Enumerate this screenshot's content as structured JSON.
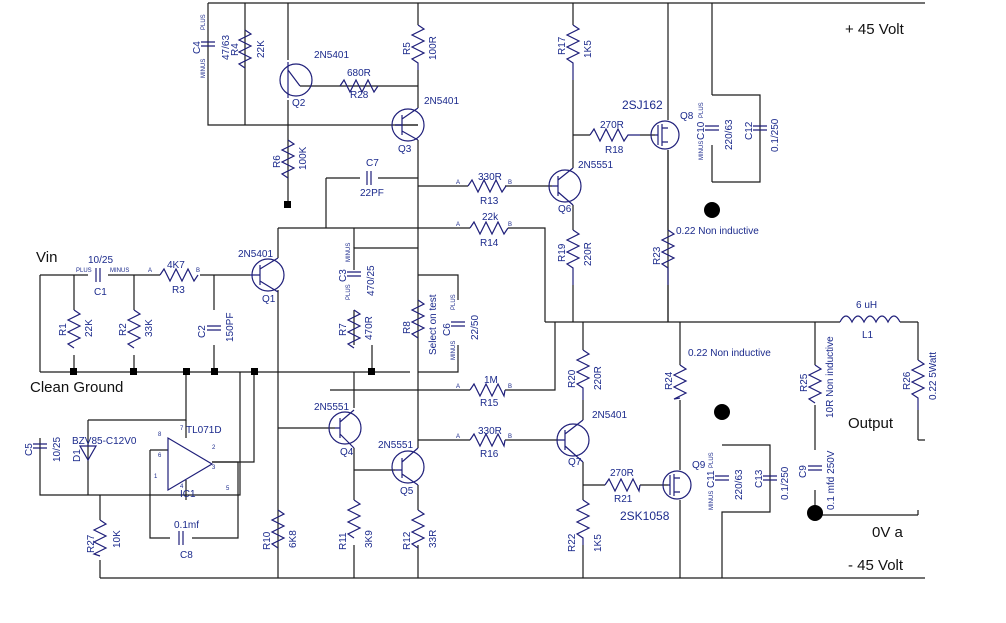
{
  "rails": {
    "positive": "+ 45 Volt",
    "negative": "- 45  Volt",
    "output": "Output",
    "ground": "0V a",
    "vin": "Vin",
    "clean_ground": "Clean Ground"
  },
  "pins": {
    "a": "A",
    "b": "B",
    "p": "PLUS",
    "m": "MINUS",
    "plusm": "PLUS",
    "minusm": "MINUS"
  },
  "resistors": [
    {
      "ref": "R1",
      "value": "22K"
    },
    {
      "ref": "R2",
      "value": "33K"
    },
    {
      "ref": "R3",
      "value": "4K7"
    },
    {
      "ref": "R4",
      "value": "22K"
    },
    {
      "ref": "R5",
      "value": "100R"
    },
    {
      "ref": "R6",
      "value": "100K"
    },
    {
      "ref": "R7",
      "value": "470R"
    },
    {
      "ref": "R8",
      "value": "Select on test"
    },
    {
      "ref": "R10",
      "value": "6K8"
    },
    {
      "ref": "R11",
      "value": "3K9"
    },
    {
      "ref": "R12",
      "value": "33R"
    },
    {
      "ref": "R13",
      "value": "330R"
    },
    {
      "ref": "R14",
      "value": "22k"
    },
    {
      "ref": "R15",
      "value": "1M"
    },
    {
      "ref": "R16",
      "value": "330R"
    },
    {
      "ref": "R17",
      "value": "1K5"
    },
    {
      "ref": "R18",
      "value": "270R"
    },
    {
      "ref": "R19",
      "value": "220R"
    },
    {
      "ref": "R20",
      "value": "220R"
    },
    {
      "ref": "R21",
      "value": "270R"
    },
    {
      "ref": "R22",
      "value": "1K5"
    },
    {
      "ref": "R23",
      "value": "0.22 Non inductive"
    },
    {
      "ref": "R24",
      "value": "0.22 Non inductive"
    },
    {
      "ref": "R25",
      "value": "10R Non inductive"
    },
    {
      "ref": "R26",
      "value": "0.22 5Watt"
    },
    {
      "ref": "R27",
      "value": "10K"
    },
    {
      "ref": "R28",
      "value": "680R"
    }
  ],
  "capacitors": [
    {
      "ref": "C1",
      "value": "10/25"
    },
    {
      "ref": "C2",
      "value": "150PF"
    },
    {
      "ref": "C3",
      "value": "470/25"
    },
    {
      "ref": "C4",
      "value": "47/63"
    },
    {
      "ref": "C5",
      "value": "10/25"
    },
    {
      "ref": "C6",
      "value": "22/50"
    },
    {
      "ref": "C7",
      "value": "22PF"
    },
    {
      "ref": "C8",
      "value": "0.1mf"
    },
    {
      "ref": "C9",
      "value": "0.1 mfd 250V"
    },
    {
      "ref": "C10",
      "value": "220/63"
    },
    {
      "ref": "C11",
      "value": "220/63"
    },
    {
      "ref": "C12",
      "value": "0.1/250"
    },
    {
      "ref": "C13",
      "value": "0.1/250"
    }
  ],
  "transistors": [
    {
      "ref": "Q1",
      "type": "2N5401"
    },
    {
      "ref": "Q2",
      "type": "2N5401"
    },
    {
      "ref": "Q3",
      "type": "2N5401"
    },
    {
      "ref": "Q4",
      "type": "2N5551"
    },
    {
      "ref": "Q5",
      "type": "2N5551"
    },
    {
      "ref": "Q6",
      "type": "2N5551"
    },
    {
      "ref": "Q7",
      "type": "2N5401"
    },
    {
      "ref": "Q8",
      "type": "2SJ162"
    },
    {
      "ref": "Q9",
      "type": "2SK1058"
    }
  ],
  "others": {
    "opamp_ref": "IC1",
    "opamp_type": "TL071D",
    "zener_ref": "D1",
    "zener_type": "BZV85-C12V0",
    "inductor_ref": "L1",
    "inductor_value": "6 uH",
    "op_pins": [
      "8",
      "6",
      "7",
      "2",
      "3",
      "4",
      "5",
      "1"
    ]
  }
}
